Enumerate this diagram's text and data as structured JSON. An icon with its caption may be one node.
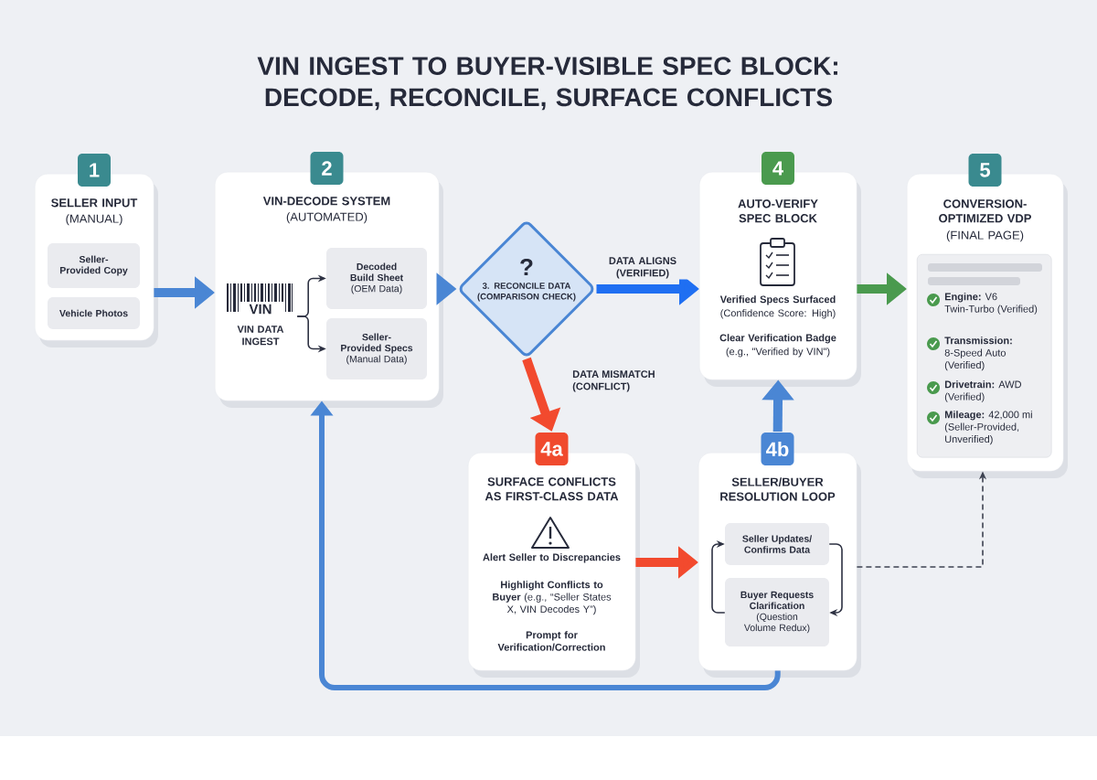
{
  "diagram": {
    "title": "VIN INGEST TO BUYER-VISIBLE SPEC BLOCK: DECODE, RECONCILE, SURFACE CONFLICTS",
    "nodes": [
      {
        "text": [
          "1",
          "SELLER INPUT",
          "(MANUAL)"
        ]
      },
      {
        "text": [
          "Seller-Provided Copy"
        ],
        "in": 0
      },
      {
        "text": [
          "Vehicle Photos"
        ],
        "in": 0
      },
      {
        "text": [
          "2",
          "VIN-DECODE SYSTEM",
          "(AUTOMATED)"
        ]
      },
      {
        "text": [
          "VIN",
          "VIN DATA INGEST"
        ],
        "in": 3
      },
      {
        "text": [
          "Decoded Build Sheet",
          "(OEM Data)"
        ],
        "in": 3
      },
      {
        "text": [
          "Seller-Provided Specs",
          "(Manual Data)"
        ],
        "in": 3
      },
      {
        "text": [
          "?",
          "3. RECONCILE DATA (COMPARISON CHECK)"
        ]
      },
      {
        "text": [
          "4",
          "AUTO-VERIFY SPEC BLOCK",
          "Verified Specs Surfaced",
          "(Confidence Score: High)",
          "Clear Verification Badge",
          "(e.g., \"Verified by VIN\")"
        ]
      },
      {
        "text": [
          "5",
          "CONVERSION-OPTIMIZED VDP",
          "(FINAL PAGE)"
        ]
      },
      {
        "text": [
          "**Engine:** V6 Twin-Turbo (Verified)",
          "**Transmission:** 8-Speed Auto (Verified)",
          "**Drivetrain:** AWD (Verified)",
          "**Mileage:** 42,000 mi (Seller-Provided, Unverified)"
        ],
        "in": 9
      },
      {
        "text": [
          "4a",
          "SURFACE CONFLICTS AS FIRST-CLASS DATA",
          "Alert Seller to Discrepancies",
          "**Highlight Conflicts to Buyer** (e.g., “Seller States X, VIN Decodes Y”)",
          "Prompt for Verification/Correction"
        ]
      },
      {
        "text": [
          "4b",
          "SELLER/BUYER RESOLUTION LOOP"
        ]
      },
      {
        "text": [
          "Seller Updates/ Confirms Data"
        ],
        "in": 12
      },
      {
        "text": [
          "Buyer Requests Clarification",
          "(Question Volume Redux)"
        ],
        "in": 12
      }
    ],
    "edges": [
      {
        "from": 0,
        "to": 3,
        "arrow": "to",
        "color": "#4a86d4"
      },
      {
        "from": 4,
        "to": 5,
        "arrow": "to",
        "color": "#2d3142"
      },
      {
        "from": 4,
        "to": 6,
        "arrow": "to",
        "color": "#2d3142"
      },
      {
        "from": 3,
        "to": 7,
        "arrow": "to",
        "color": "#4a86d4"
      },
      {
        "from": 7,
        "to": 8,
        "arrow": "to",
        "color": "#1f6ff2",
        "label": "DATA ALIGNS (VERIFIED)"
      },
      {
        "from": 7,
        "to": 11,
        "arrow": "to",
        "color": "#f24a2e",
        "label": "DATA MISMATCH (CONFLICT)"
      },
      {
        "from": 8,
        "to": 9,
        "arrow": "to",
        "color": "#4a9a4e"
      },
      {
        "from": 11,
        "to": 12,
        "arrow": "to",
        "color": "#f24a2e"
      },
      {
        "from": 12,
        "to": 8,
        "arrow": "to",
        "color": "#4a86d4"
      },
      {
        "from": 12,
        "to": 3,
        "arrow": "to",
        "color": "#4a86d4"
      },
      {
        "from": 13,
        "to": 14,
        "arrow": "to",
        "color": "#2d3142"
      },
      {
        "from": 14,
        "to": 13,
        "arrow": "to",
        "color": "#2d3142"
      },
      {
        "from": 12,
        "to": 9,
        "arrow": "to",
        "style": "dashed",
        "color": "#3c4150"
      }
    ]
  }
}
